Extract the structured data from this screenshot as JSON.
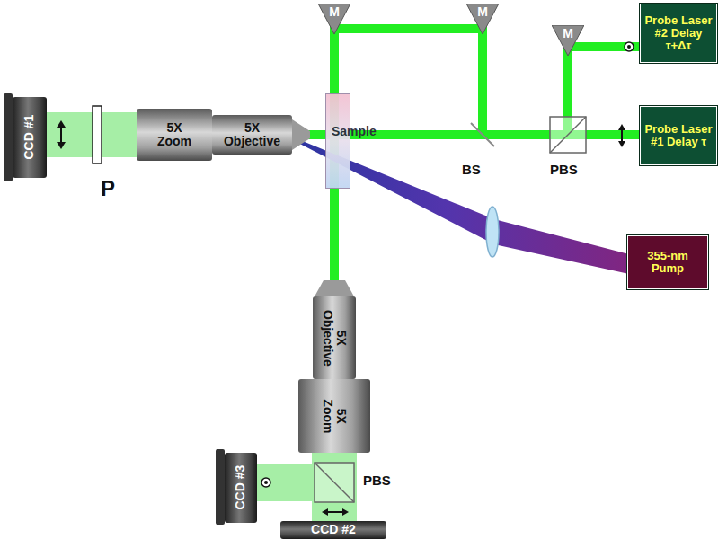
{
  "diagram": {
    "nodes": [
      {
        "text": [
          "M"
        ]
      },
      {
        "text": [
          "M"
        ]
      },
      {
        "text": [
          "M"
        ]
      },
      {
        "text": [
          "Probe Laser #2 Delay τ+Δτ"
        ]
      },
      {
        "text": [
          "Sample"
        ]
      },
      {
        "text": [
          "CCD #1"
        ]
      },
      {
        "text": [
          "5X Zoom"
        ]
      },
      {
        "text": [
          "5X Objective"
        ]
      },
      {
        "text": [
          "Probe Laser #1 Delay τ"
        ]
      },
      {
        "text": [
          "355-nm Pump"
        ]
      },
      {
        "text": [
          "5X Objective"
        ]
      },
      {
        "text": [
          "5X Zoom"
        ]
      },
      {
        "text": [
          "CCD #3"
        ]
      },
      {
        "text": [
          "CCD #2"
        ]
      }
    ],
    "labels": [
      "BS",
      "PBS",
      "PBS",
      "P"
    ]
  }
}
